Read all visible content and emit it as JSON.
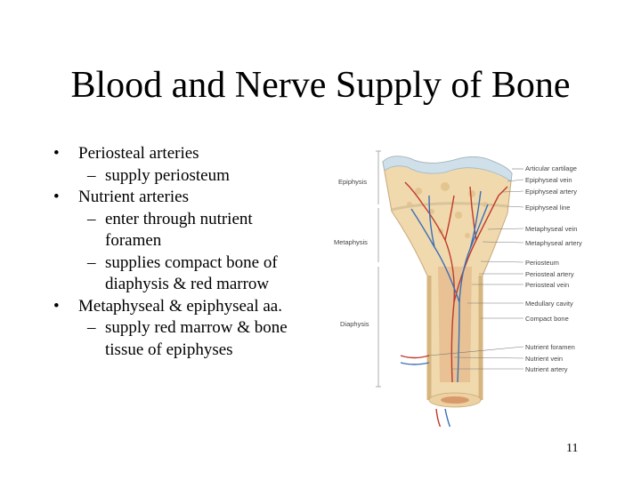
{
  "slide": {
    "title": "Blood and Nerve Supply of Bone",
    "bullets": [
      {
        "label": "Periosteal arteries",
        "subs": [
          {
            "lines": [
              "supply periosteum"
            ]
          }
        ]
      },
      {
        "label": "Nutrient arteries",
        "subs": [
          {
            "lines": [
              "enter through nutrient",
              "foramen"
            ]
          },
          {
            "lines": [
              "supplies compact bone of",
              "diaphysis & red marrow"
            ]
          }
        ]
      },
      {
        "label": "Metaphyseal & epiphyseal aa.",
        "subs": [
          {
            "lines": [
              "supply red marrow & bone",
              "tissue of epiphyses"
            ]
          }
        ]
      }
    ],
    "page_number": "11"
  },
  "figure": {
    "left_labels": {
      "epiphysis": "Epiphysis",
      "metaphysis": "Metaphysis",
      "diaphysis": "Diaphysis"
    },
    "right_labels": {
      "articular_cartilage": "Articular cartilage",
      "epiphyseal_vein": "Epiphyseal vein",
      "epiphyseal_artery": "Epiphyseal artery",
      "epiphyseal_line": "Epiphyseal line",
      "metaphyseal_vein": "Metaphyseal vein",
      "metaphyseal_artery": "Metaphyseal artery",
      "periosteum": "Periosteum",
      "periosteal_artery": "Periosteal artery",
      "periosteal_vein": "Periosteal vein",
      "medullary_cavity": "Medullary cavity",
      "compact_bone": "Compact bone",
      "nutrient_foramen": "Nutrient foramen",
      "nutrient_vein": "Nutrient vein",
      "nutrient_artery": "Nutrient artery"
    },
    "colors": {
      "bone": "#f0d9ad",
      "cartilage": "#cfe0ea",
      "artery": "#c0392b",
      "vein": "#3b6fb6",
      "marrow": "#e6b98c"
    }
  }
}
